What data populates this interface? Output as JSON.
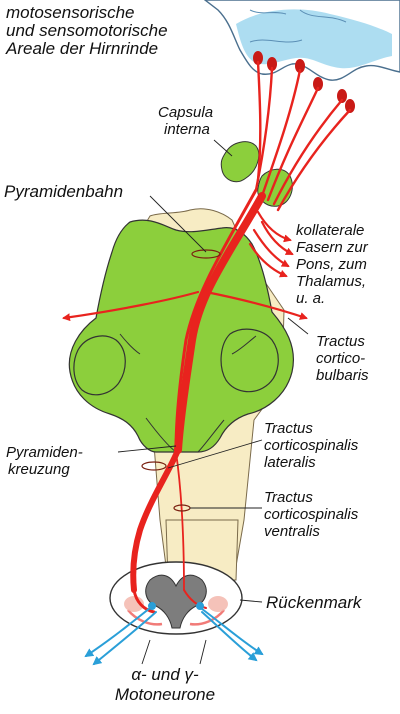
{
  "labels": {
    "cortex_line1": "motosensorische",
    "cortex_line2": "und sensomotorische",
    "cortex_line3": "Areale der Hirnrinde",
    "capsula_line1": "Capsula",
    "capsula_line2": "interna",
    "pyramidenbahn": "Pyramidenbahn",
    "kollaterale_line1": "kollaterale",
    "kollaterale_line2": "Fasern zur",
    "kollaterale_line3": "Pons, zum",
    "kollaterale_line4": "Thalamus,",
    "kollaterale_line5": "u. a.",
    "bulbaris_line1": "Tractus",
    "bulbaris_line2": "cortico-",
    "bulbaris_line3": "bulbaris",
    "kreuzung_line1": "Pyramiden-",
    "kreuzung_line2": "kreuzung",
    "lateralis_line1": "Tractus",
    "lateralis_line2": "corticospinalis",
    "lateralis_line3": "lateralis",
    "ventralis_line1": "Tractus",
    "ventralis_line2": "corticospinalis",
    "ventralis_line3": "ventralis",
    "rueckenmark": "Rückenmark",
    "moto_line1": "α- und γ-",
    "moto_line2": "Motoneurone"
  },
  "colors": {
    "tract_red": "#e8231e",
    "brainstem_green": "#8ccf3c",
    "tissue_cream": "#f7ecc4",
    "cortex_blue": "#9fd7ef",
    "motor_blue": "#2a9fd8",
    "cord_gray": "#8a8a8a"
  }
}
